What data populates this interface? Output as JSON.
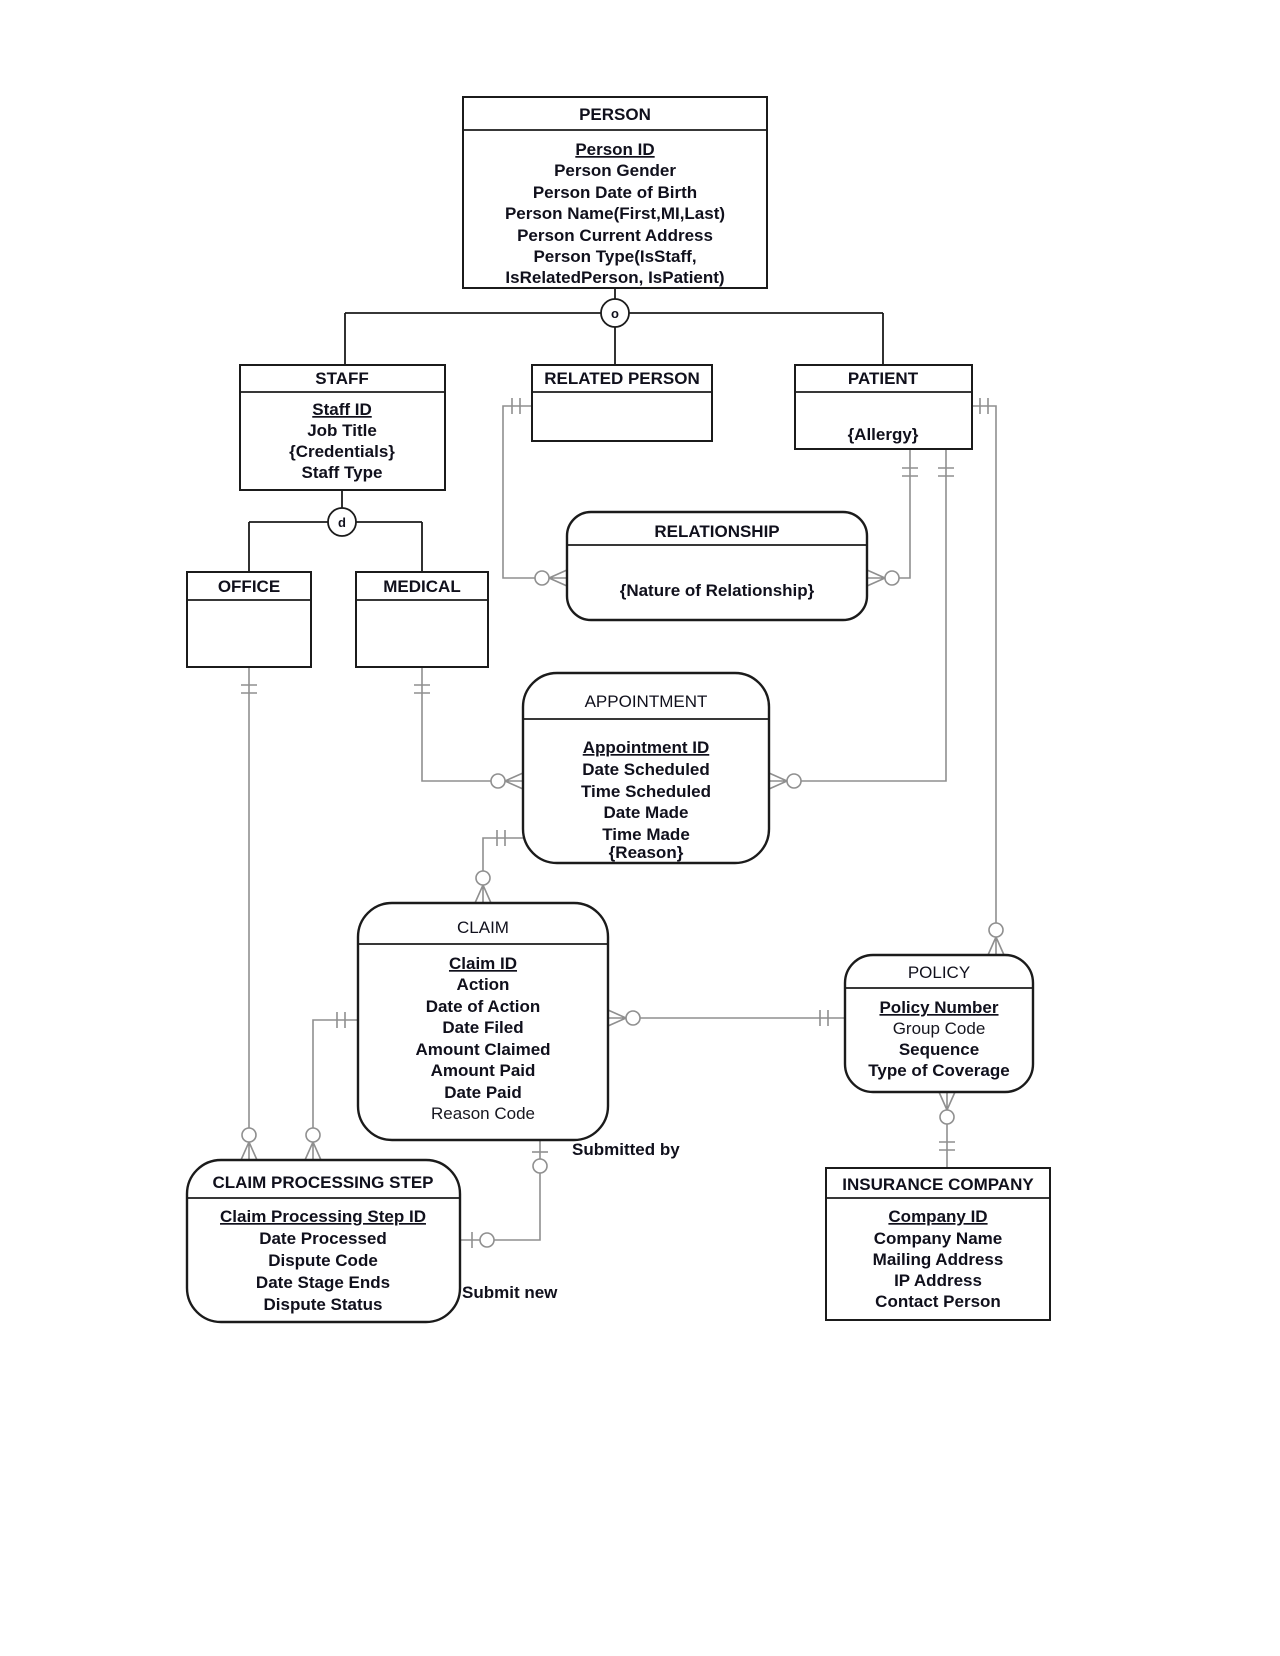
{
  "entities": {
    "person": {
      "title": "PERSON",
      "attrs": [
        {
          "text": "Person ID",
          "pk": true
        },
        {
          "text": "Person Gender"
        },
        {
          "text": "Person Date of Birth"
        },
        {
          "text": "Person Name(First,MI,Last)"
        },
        {
          "text": "Person Current Address"
        },
        {
          "text": "Person Type(IsStaff,"
        },
        {
          "text": "IsRelatedPerson, IsPatient)"
        }
      ]
    },
    "staff": {
      "title": "STAFF",
      "attrs": [
        {
          "text": "Staff ID",
          "pk": true
        },
        {
          "text": "Job Title"
        },
        {
          "text": "{Credentials}"
        },
        {
          "text": "Staff Type"
        }
      ]
    },
    "related_person": {
      "title": "RELATED PERSON",
      "attrs": []
    },
    "patient": {
      "title": "PATIENT",
      "attrs": [
        {
          "text": "{Allergy}"
        }
      ]
    },
    "relationship": {
      "title": "RELATIONSHIP",
      "attrs": [
        {
          "text": "{Nature of Relationship}"
        }
      ]
    },
    "office": {
      "title": "OFFICE",
      "attrs": []
    },
    "medical": {
      "title": "MEDICAL",
      "attrs": []
    },
    "appointment": {
      "title": "APPOINTMENT",
      "attrs": [
        {
          "text": "Appointment ID",
          "pk": true
        },
        {
          "text": "Date Scheduled"
        },
        {
          "text": "Time Scheduled"
        },
        {
          "text": "Date Made"
        },
        {
          "text": "Time Made"
        },
        {
          "text": "{Reason}"
        }
      ]
    },
    "claim": {
      "title": "CLAIM",
      "attrs": [
        {
          "text": "Claim ID",
          "pk": true
        },
        {
          "text": "Action"
        },
        {
          "text": "Date of Action"
        },
        {
          "text": "Date Filed"
        },
        {
          "text": "Amount Claimed"
        },
        {
          "text": "Amount Paid"
        },
        {
          "text": "Date Paid"
        },
        {
          "text": "Reason Code",
          "dim": true
        }
      ]
    },
    "policy": {
      "title": "POLICY",
      "attrs": [
        {
          "text": "Policy Number",
          "pk": true
        },
        {
          "text": "Group Code",
          "dim": true
        },
        {
          "text": "Sequence"
        },
        {
          "text": "Type of Coverage"
        }
      ]
    },
    "claim_processing_step": {
      "title": "CLAIM PROCESSING STEP",
      "attrs": [
        {
          "text": "Claim Processing  Step ID",
          "pk": true
        },
        {
          "text": "Date Processed"
        },
        {
          "text": "Dispute Code"
        },
        {
          "text": "Date Stage Ends"
        },
        {
          "text": "Dispute Status"
        }
      ]
    },
    "insurance_company": {
      "title": "INSURANCE COMPANY",
      "attrs": [
        {
          "text": "Company ID",
          "pk": true
        },
        {
          "text": "Company Name"
        },
        {
          "text": "Mailing Address"
        },
        {
          "text": "IP Address"
        },
        {
          "text": "Contact Person"
        }
      ]
    }
  },
  "labels": {
    "submitted_by": "Submitted by",
    "submit_new": "Submit new"
  },
  "subtype_markers": {
    "overlap": "o",
    "disjoint": "d"
  },
  "colors": {
    "entity_border": "#1b1b1b",
    "connector_gray": "#8f8f8f",
    "text": "#10101c",
    "background": "#ffffff"
  }
}
